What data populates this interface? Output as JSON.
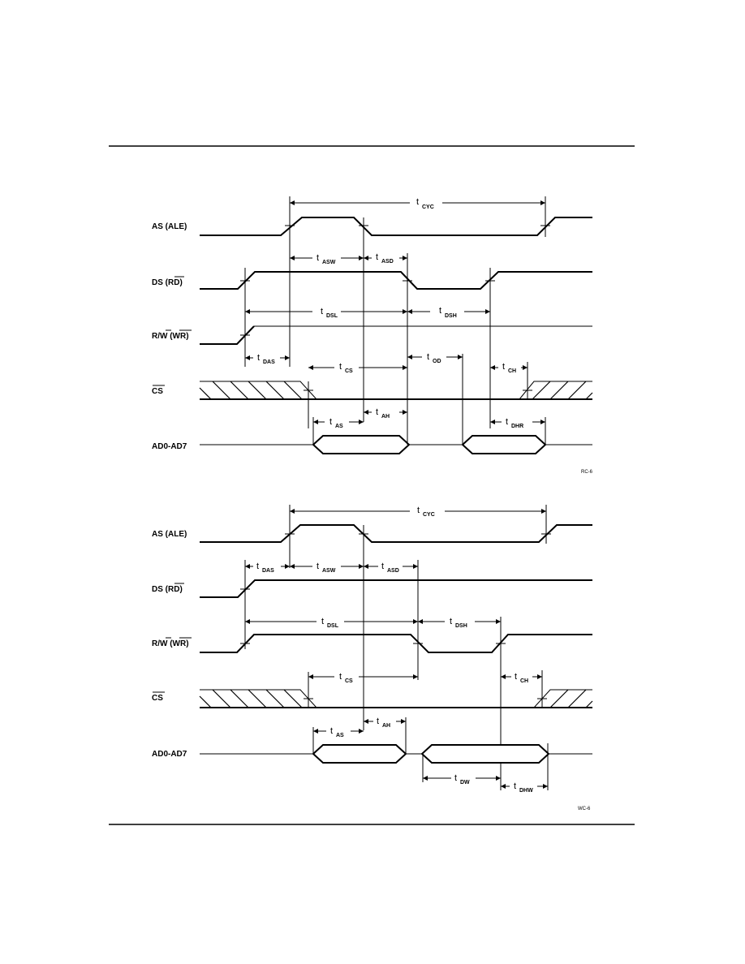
{
  "read_cycle": {
    "signals": {
      "as": "AS (ALE)",
      "ds": "DS (RD)",
      "rw": "R/W (WR)",
      "cs": "CS",
      "ad": "AD0-AD7"
    },
    "timings": {
      "tcyc": "CYC",
      "tasw": "ASW",
      "tasd": "ASD",
      "tdsl": "DSL",
      "tdsh": "DSH",
      "tdas": "DAS",
      "tcs": "CS",
      "tod": "OD",
      "tch": "CH",
      "tas": "AS",
      "tah": "AH",
      "tdhr": "DHR"
    },
    "ref": "RC-6"
  },
  "write_cycle": {
    "signals": {
      "as": "AS (ALE)",
      "ds": "DS (RD)",
      "rw": "R/W (WR)",
      "cs": "CS",
      "ad": "AD0-AD7"
    },
    "timings": {
      "tcyc": "CYC",
      "tdas": "DAS",
      "tasw": "ASW",
      "tasd": "ASD",
      "tdsl": "DSL",
      "tdsh": "DSH",
      "tcs": "CS",
      "tch": "CH",
      "tas": "AS",
      "tah": "AH",
      "tdw": "DW",
      "tdhw": "DHW"
    },
    "ref": "WC-6"
  }
}
